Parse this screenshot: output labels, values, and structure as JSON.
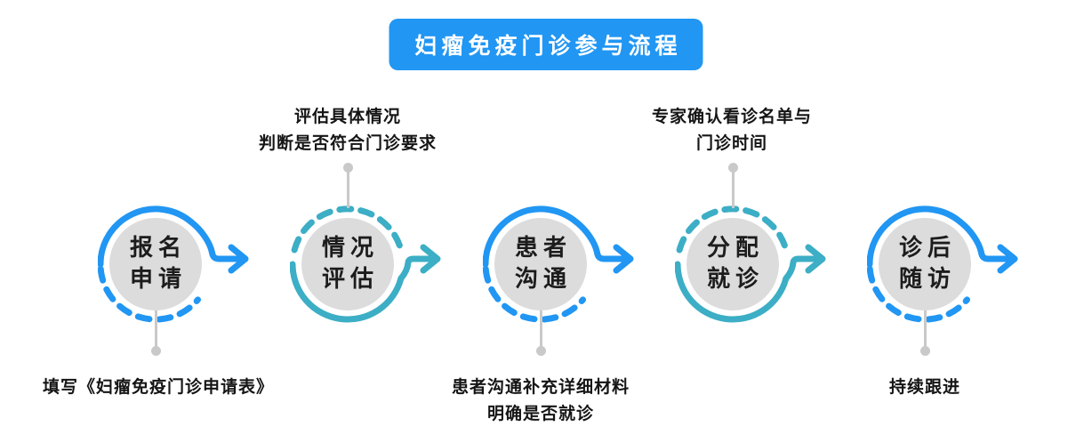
{
  "title": "妇瘤免疫门诊参与流程",
  "colors": {
    "blue": "#2196F3",
    "teal": "#3CAEC5",
    "circle_fill": "#DCDCDC",
    "connector": "#C9C9C9"
  },
  "steps": [
    {
      "title_lines": [
        "报名",
        "申请"
      ],
      "ring_color": "blue",
      "ring_style": "solid-top-dashed-bottom",
      "arrow": "right",
      "note_position": "below",
      "note_lines": [
        "填写《妇瘤免疫门诊申请表》"
      ]
    },
    {
      "title_lines": [
        "情况",
        "评估"
      ],
      "ring_color": "teal",
      "ring_style": "dashed-top-solid-bottom",
      "arrow": "right",
      "note_position": "above",
      "note_lines": [
        "评估具体情况",
        "判断是否符合门诊要求"
      ]
    },
    {
      "title_lines": [
        "患者",
        "沟通"
      ],
      "ring_color": "blue",
      "ring_style": "solid-top-dashed-bottom",
      "arrow": "right",
      "note_position": "below",
      "note_lines": [
        "患者沟通补充详细材料",
        "明确是否就诊"
      ]
    },
    {
      "title_lines": [
        "分配",
        "就诊"
      ],
      "ring_color": "teal",
      "ring_style": "dashed-top-solid-bottom",
      "arrow": "right",
      "note_position": "above",
      "note_lines": [
        "专家确认看诊名单与",
        "门诊时间"
      ]
    },
    {
      "title_lines": [
        "诊后",
        "随访"
      ],
      "ring_color": "blue",
      "ring_style": "solid-top-dashed-bottom",
      "arrow": "right",
      "note_position": "below",
      "note_lines": [
        "持续跟进"
      ]
    }
  ]
}
